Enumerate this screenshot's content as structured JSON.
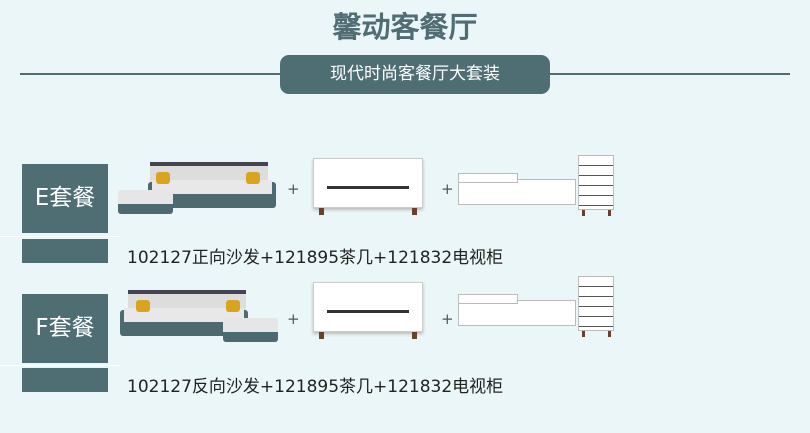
{
  "header": {
    "title": "馨动客餐厅",
    "subtitle": "现代时尚客餐厅大套装"
  },
  "packages": [
    {
      "label": "E套餐",
      "plus1": "+",
      "plus2": "+",
      "desc": "102127正向沙发+121895茶几+121832电视柜"
    },
    {
      "label": "F套餐",
      "plus1": "+",
      "plus2": "+",
      "desc": "102127反向沙发+121895茶几+121832电视柜"
    }
  ],
  "colors": {
    "accent": "#4f6e74",
    "background": "#eaf6f8"
  }
}
